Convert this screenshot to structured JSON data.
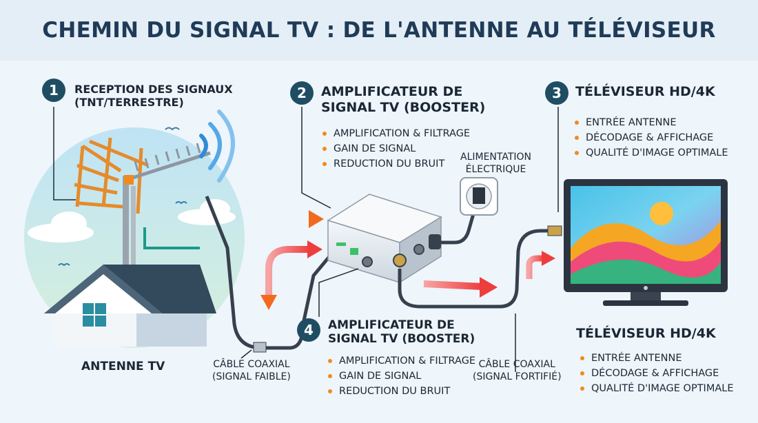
{
  "title": "CHEMIN DU SIGNAL TV : DE L'ANTENNE AU TÉLÉVISEUR",
  "steps": [
    {
      "number": "1",
      "heading_line1": "RECEPTION DES SIGNAUX",
      "heading_line2": "(TNT/TERRESTRE)"
    },
    {
      "number": "2",
      "heading_line1": "AMPLIFICATEUR DE",
      "heading_line2": "SIGNAL TV (BOOSTER)",
      "bullets": [
        "AMPLIFICATION & FILTRAGE",
        "GAIN DE SIGNAL",
        "REDUCTION DU BRUIT"
      ]
    },
    {
      "number": "3",
      "heading_line1": "TÉLÉVISEUR HD/4K",
      "bullets": [
        "ENTRÉE ANTENNE",
        "DÉCODAGE & AFFICHAGE",
        "QUALITÉ D'IMAGE OPTIMALE"
      ]
    },
    {
      "number": "4",
      "heading_line1": "AMPLIFICATEUR DE",
      "heading_line2": "SIGNAL TV (BOOSTER)",
      "bullets": [
        "AMPLIFICATION & FILTRAGE",
        "GAIN DE SIGNAL",
        "REDUCTION DU BRUIT"
      ]
    }
  ],
  "tv_block": {
    "heading": "TÉLÉVISEUR HD/4K",
    "bullets": [
      "ENTRÉE ANTENNE",
      "DÉCODAGE & AFFICHAGE",
      "QUALITÉ D'IMAGE OPTIMALE"
    ]
  },
  "labels": {
    "antenna": "ANTENNE TV",
    "power_line1": "ALIMENTATION",
    "power_line2": "ÉLECTRIQUE",
    "cable_weak_line1": "CÂBLE COAXIAL",
    "cable_weak_line2": "(SIGNAL FAIBLE)",
    "cable_strong_line1": "CÂBLE COAXIAL",
    "cable_strong_line2": "(SIGNAL FORTIFIÉ)"
  },
  "colors": {
    "header_bg": "#e4eef6",
    "title": "#1f3b57",
    "badge": "#1f4e63",
    "bullet": "#f08a1c",
    "arrow_orange": "#f58a1e",
    "arrow_red": "#ef4b4b",
    "cable": "#37414d",
    "tv_frame": "#2b3440"
  }
}
